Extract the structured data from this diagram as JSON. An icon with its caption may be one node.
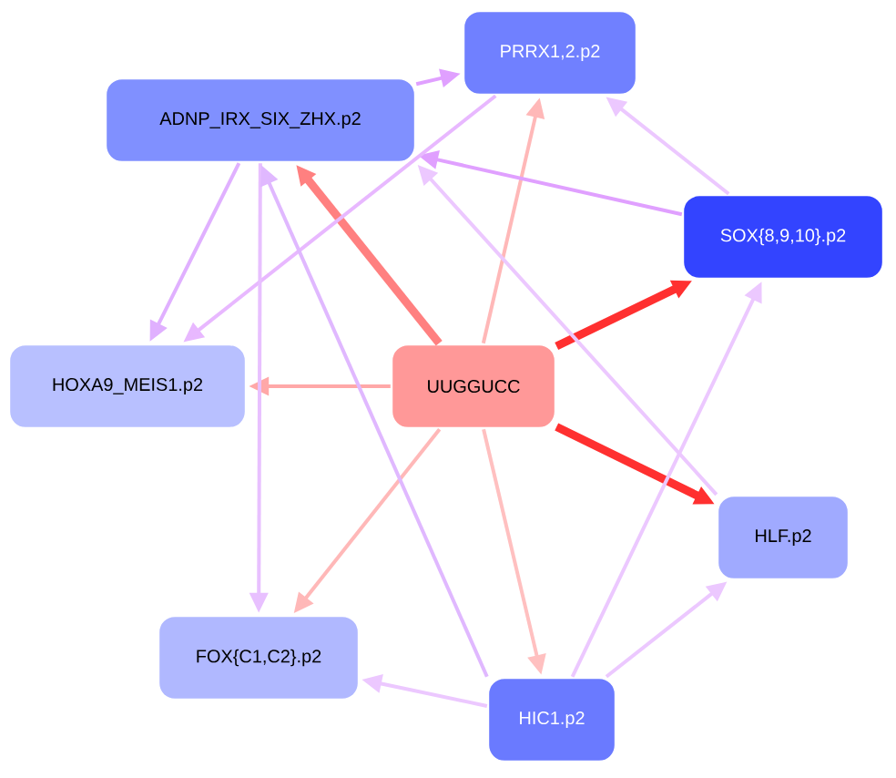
{
  "diagram": {
    "nodes": [
      {
        "text": [
          "PRRX1,2.p2"
        ]
      },
      {
        "text": [
          "ADNP_IRX_SIX_ZHX.p2"
        ]
      },
      {
        "text": [
          "SOX{8,9,10}.p2"
        ]
      },
      {
        "text": [
          "HOXA9_MEIS1.p2"
        ]
      },
      {
        "text": [
          "UUGGUCC"
        ]
      },
      {
        "text": [
          "HLF.p2"
        ]
      },
      {
        "text": [
          "FOX{C1,C2}.p2"
        ]
      },
      {
        "text": [
          "HIC1.p2"
        ]
      }
    ],
    "edges": [
      {
        "from": 4,
        "to": 1,
        "arrow": "to",
        "color": "#ff8080",
        "style": "thick"
      },
      {
        "from": 4,
        "to": 0,
        "arrow": "to",
        "color": "#ffb8b8"
      },
      {
        "from": 4,
        "to": 2,
        "arrow": "to",
        "color": "#ff3030",
        "style": "thick"
      },
      {
        "from": 4,
        "to": 3,
        "arrow": "to",
        "color": "#ffa8a8"
      },
      {
        "from": 4,
        "to": 5,
        "arrow": "to",
        "color": "#ff3030",
        "style": "thick"
      },
      {
        "from": 4,
        "to": 6,
        "arrow": "to",
        "color": "#ffb8b8"
      },
      {
        "from": 4,
        "to": 7,
        "arrow": "to",
        "color": "#ffc0c0"
      },
      {
        "from": 1,
        "to": 0,
        "arrow": "to",
        "color": "#e0a0ff"
      },
      {
        "from": 2,
        "to": 1,
        "arrow": "to",
        "color": "#e0a0ff"
      },
      {
        "from": 2,
        "to": 0,
        "arrow": "to",
        "color": "#ecc8ff"
      },
      {
        "from": 0,
        "to": 3,
        "arrow": "to",
        "color": "#e8b8ff"
      },
      {
        "from": 1,
        "to": 3,
        "arrow": "to",
        "color": "#e0b0ff"
      },
      {
        "from": 1,
        "to": 6,
        "arrow": "to",
        "color": "#e8c0ff"
      },
      {
        "from": 7,
        "to": 1,
        "arrow": "to",
        "color": "#e0b8ff"
      },
      {
        "from": 5,
        "to": 1,
        "arrow": "to",
        "color": "#ecc8ff"
      },
      {
        "from": 7,
        "to": 2,
        "arrow": "to",
        "color": "#ecc8ff"
      },
      {
        "from": 7,
        "to": 5,
        "arrow": "to",
        "color": "#ecc8ff"
      },
      {
        "from": 7,
        "to": 6,
        "arrow": "to",
        "color": "#ecc8ff"
      }
    ]
  }
}
